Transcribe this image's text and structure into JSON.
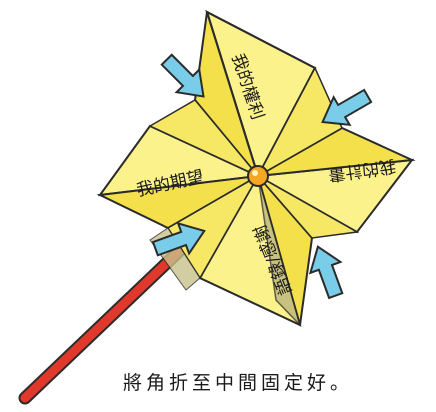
{
  "pinwheel": {
    "blade_labels": {
      "top": "我的權利",
      "right": "我的計畫",
      "bottom": "語錄/感謝",
      "left": "我的期望"
    },
    "colors": {
      "blade_light": "#fbf28c",
      "blade_mid": "#f3e04a",
      "blade_shadow": "#b9b27a",
      "outline": "#2b2b2b",
      "arrow": "#79cde9",
      "stick": "#e0382a",
      "pin": "#f5a623"
    },
    "icons": [
      "arrow-icon",
      "pin-icon",
      "stick-icon"
    ]
  },
  "caption": {
    "text": "將角折至中間固定好。"
  }
}
